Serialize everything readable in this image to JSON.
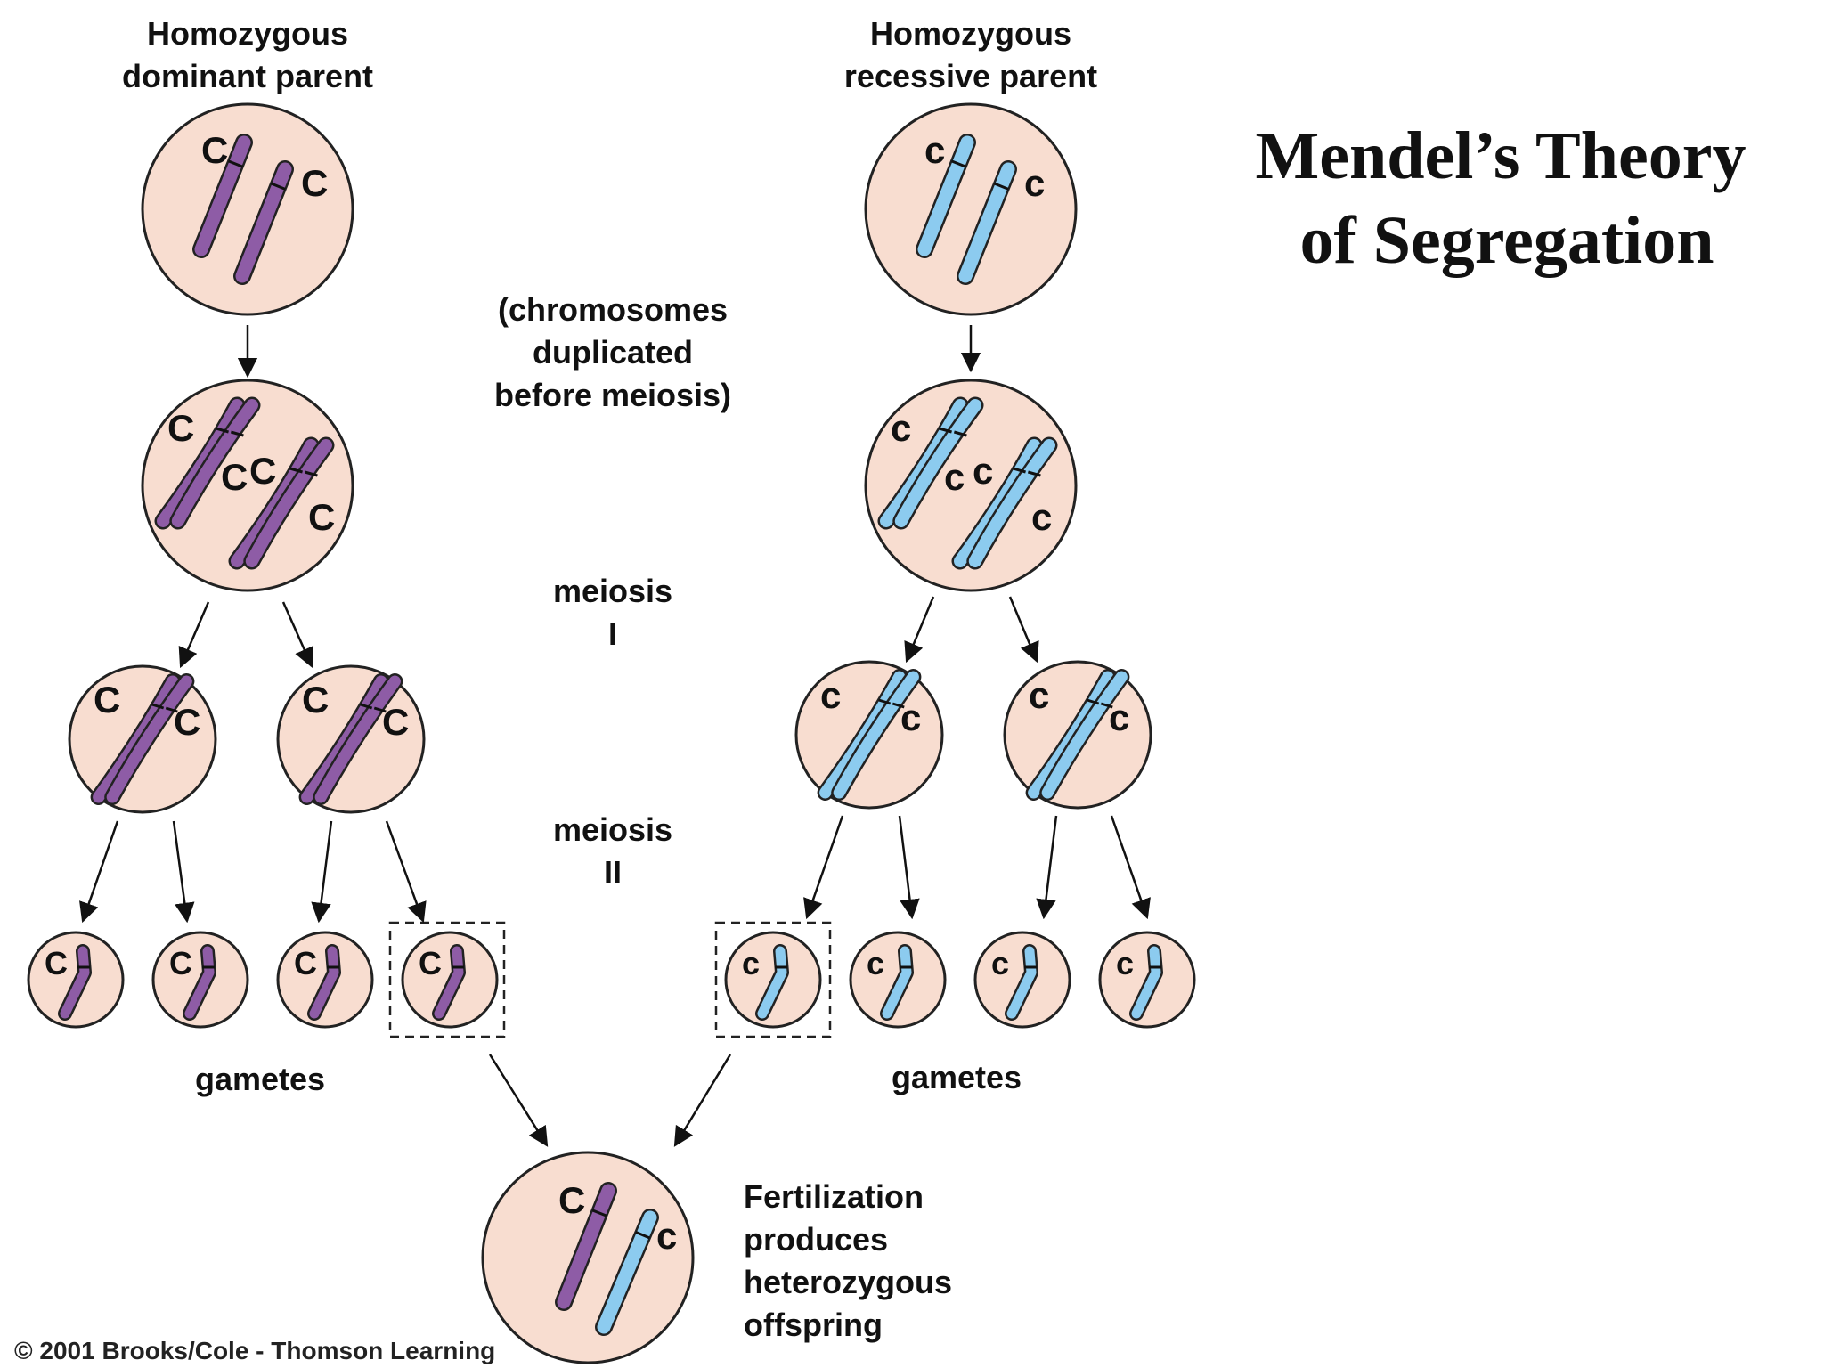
{
  "title": {
    "line1": "Mendel’s Theory",
    "line2": "of Segregation"
  },
  "labels": {
    "dominant_parent": [
      "Homozygous",
      "dominant parent"
    ],
    "recessive_parent": [
      "Homozygous",
      "recessive parent"
    ],
    "duplicated": [
      "(chromosomes",
      "duplicated",
      "before meiosis)"
    ],
    "meiosis1": [
      "meiosis",
      "I"
    ],
    "meiosis2": [
      "meiosis",
      "II"
    ],
    "gametes_left": "gametes",
    "gametes_right": "gametes",
    "fertilization": [
      "Fertilization",
      "produces",
      "heterozygous",
      "offspring"
    ]
  },
  "alleles": {
    "dominant": "C",
    "recessive": "c"
  },
  "copyright": "© 2001 Brooks/Cole - Thomson Learning",
  "colors": {
    "cell_fill": "#f8ddd0",
    "dominant_chromosome": "#8e5ca6",
    "recessive_chromosome": "#8ccbef",
    "outline": "#222222"
  }
}
